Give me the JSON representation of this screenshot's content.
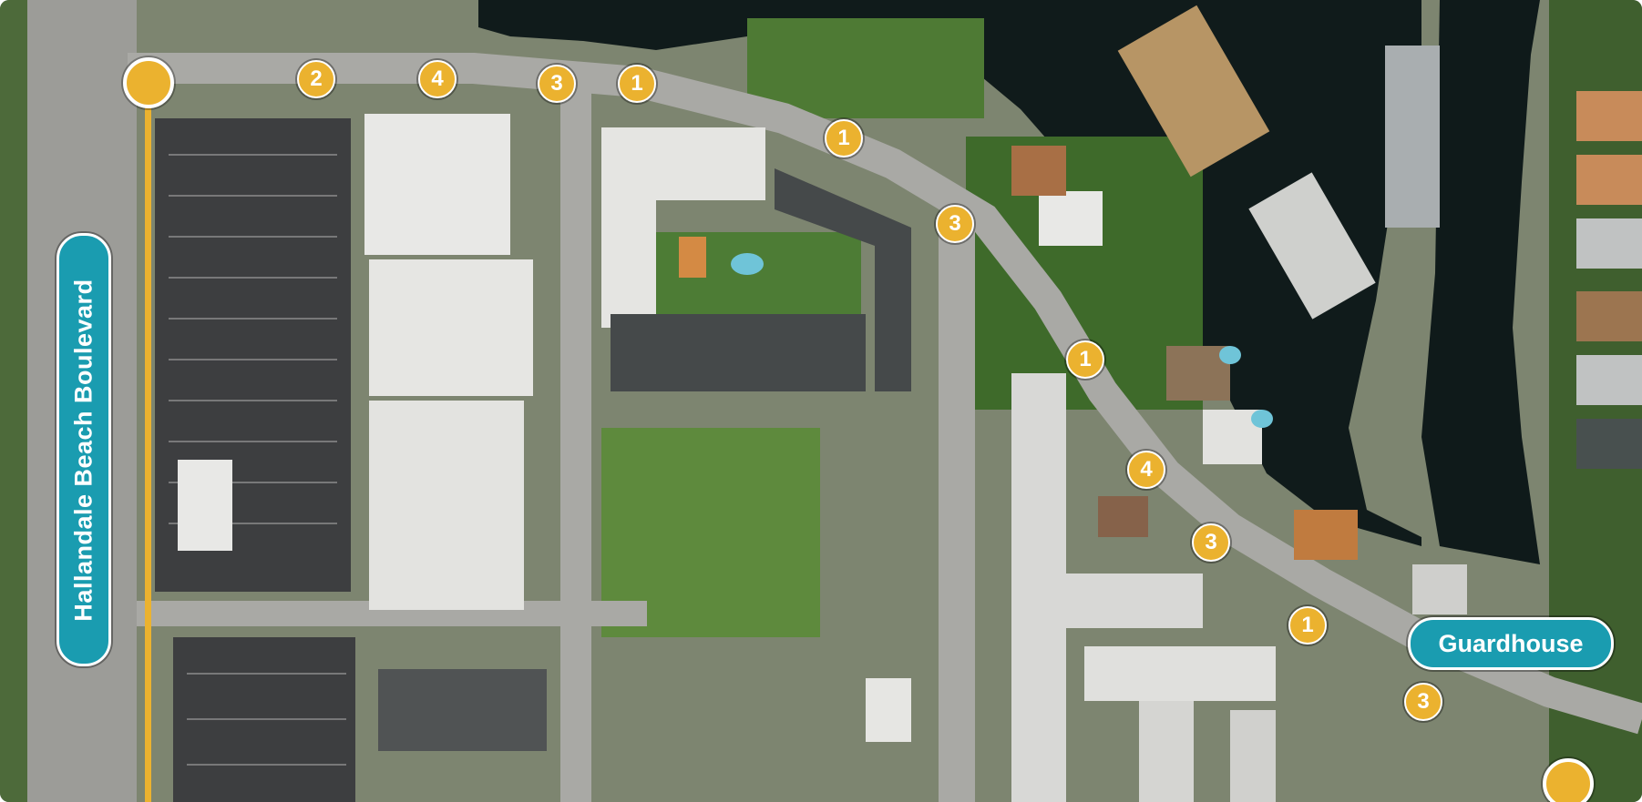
{
  "map": {
    "labels": {
      "boulevard": "Hallandale Beach Boulevard",
      "guardhouse": "Guardhouse"
    },
    "markers": [
      "2",
      "4",
      "3",
      "1",
      "1",
      "3",
      "1",
      "4",
      "3",
      "1",
      "3"
    ],
    "colors": {
      "marker": "#ebb22f",
      "label_background": "#1a9cb0",
      "water": "#101b1b",
      "road": "#a8a8a4",
      "grass": "#5a7a3c"
    }
  }
}
